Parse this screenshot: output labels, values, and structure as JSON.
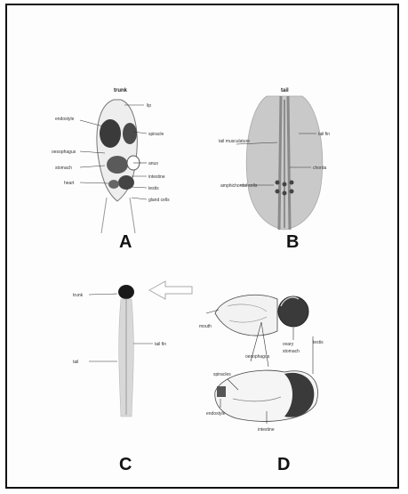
{
  "panels": {
    "A": {
      "letter": "A",
      "title": "trunk",
      "labels": {
        "lip": "lip",
        "endostyle": "endostyle",
        "spiracle": "spiracle",
        "oesophagus": "oesophagus",
        "anus": "anus",
        "stomach": "stomach",
        "intestine": "intestine",
        "heart": "heart",
        "testis": "testis",
        "gland_cells": "gland cells"
      }
    },
    "B": {
      "letter": "B",
      "title": "tail",
      "labels": {
        "tail_musculature": "tail musculature",
        "tail_fin": "tail fin",
        "notochord": "chorda",
        "amphichordal_cells": "amphichordal cells"
      }
    },
    "C": {
      "letter": "C",
      "labels": {
        "trunk": "trunk",
        "tail_fin": "tail fin",
        "tail": "tail"
      }
    },
    "D": {
      "letter": "D",
      "labels": {
        "mouth": "mouth",
        "oesophagus": "oesophagus",
        "ovary": "ovary",
        "stomach": "stomach",
        "testis": "testis",
        "spiracles": "spiracles",
        "endostyle": "endostyle",
        "intestine": "intestine"
      }
    }
  },
  "colors": {
    "border": "#111111",
    "line": "#333333",
    "organ_dark": "#3a3a3a",
    "organ_mid": "#8a8a8a",
    "tail_fill": "#c9c9c9"
  }
}
